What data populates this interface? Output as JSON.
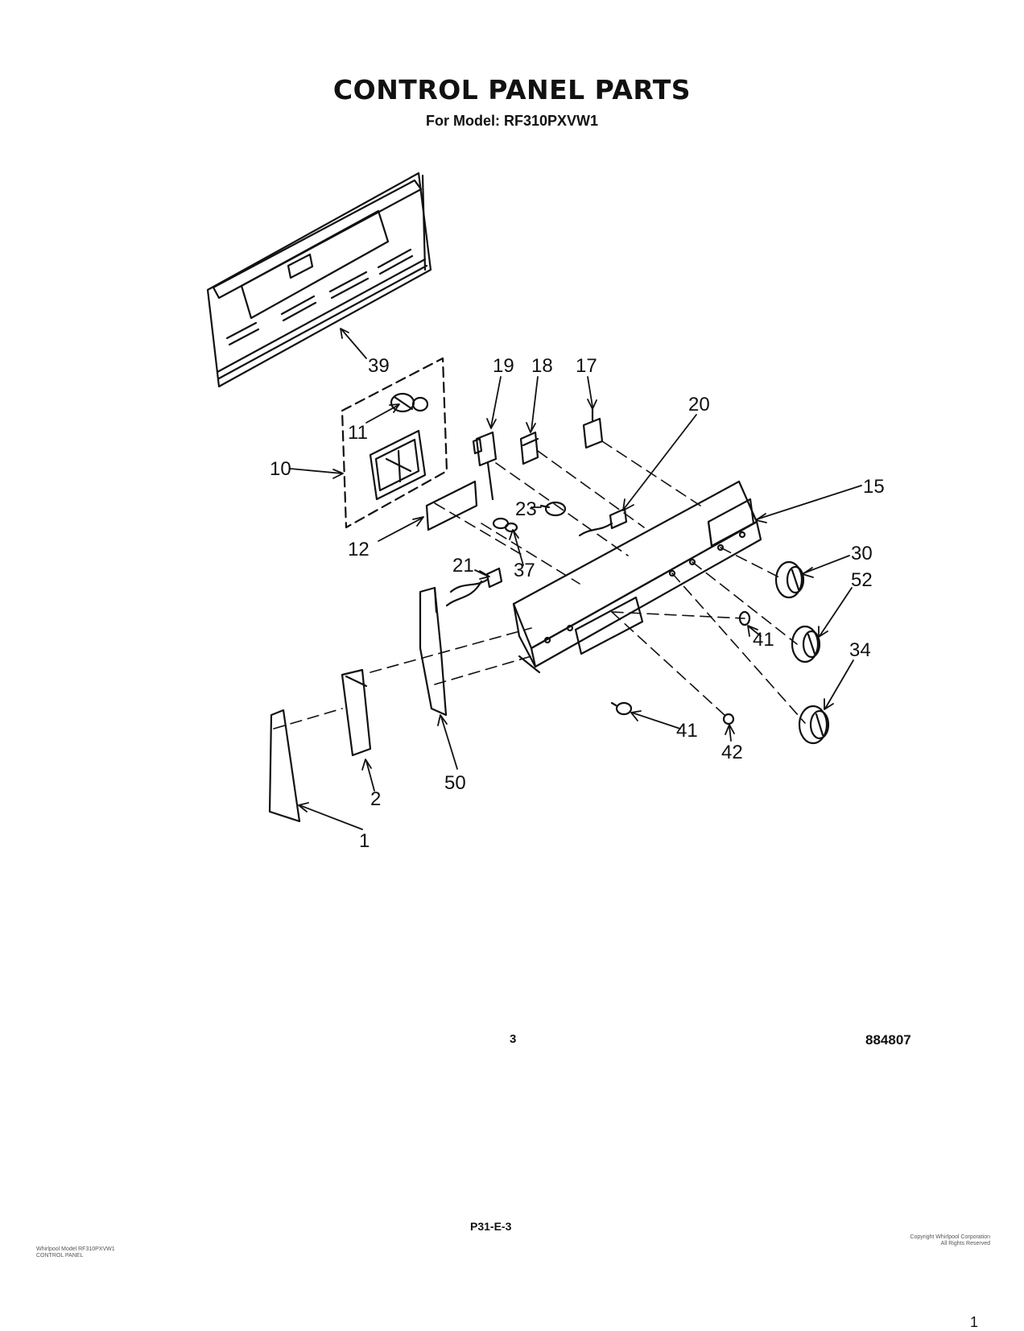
{
  "title": "CONTROL PANEL PARTS",
  "subtitle": "For Model: RF310PXVW1",
  "callouts": [
    {
      "id": "39",
      "label": "39"
    },
    {
      "id": "19",
      "label": "19"
    },
    {
      "id": "18",
      "label": "18"
    },
    {
      "id": "17",
      "label": "17"
    },
    {
      "id": "20",
      "label": "20"
    },
    {
      "id": "11",
      "label": "11"
    },
    {
      "id": "10",
      "label": "10"
    },
    {
      "id": "15",
      "label": "15"
    },
    {
      "id": "23",
      "label": "23"
    },
    {
      "id": "12",
      "label": "12"
    },
    {
      "id": "37",
      "label": "37"
    },
    {
      "id": "21",
      "label": "21"
    },
    {
      "id": "30",
      "label": "30"
    },
    {
      "id": "52",
      "label": "52"
    },
    {
      "id": "41a",
      "label": "41"
    },
    {
      "id": "34",
      "label": "34"
    },
    {
      "id": "41b",
      "label": "41"
    },
    {
      "id": "42",
      "label": "42"
    },
    {
      "id": "50",
      "label": "50"
    },
    {
      "id": "2",
      "label": "2"
    },
    {
      "id": "1",
      "label": "1"
    }
  ],
  "footer": {
    "page_number": "3",
    "document_number": "884807",
    "code": "P31-E-3",
    "left_small": "Whirlpool Model RF310PXVW1\nCONTROL PANEL",
    "right_small": "Copyright Whirlpool Corporation\nAll Rights Reserved",
    "corner": "1"
  }
}
